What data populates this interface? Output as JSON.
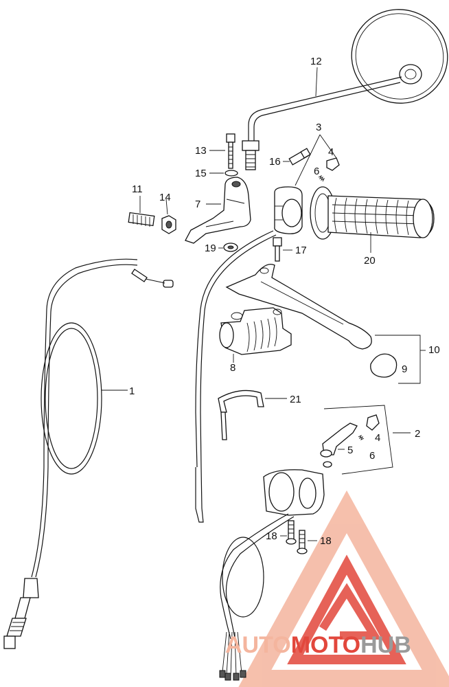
{
  "diagram": {
    "labels": {
      "l1": "1",
      "l2": "2",
      "l3": "3",
      "l4a": "4",
      "l4b": "4",
      "l5": "5",
      "l6a": "6",
      "l6b": "6",
      "l7": "7",
      "l8": "8",
      "l9": "9",
      "l10": "10",
      "l11": "11",
      "l12": "12",
      "l13": "13",
      "l14": "14",
      "l15": "15",
      "l16": "16",
      "l17": "17",
      "l18a": "18",
      "l18b": "18",
      "l19": "19",
      "l20": "20",
      "l21": "21"
    }
  },
  "watermark": {
    "part1": "AUTO",
    "part2": "MOTO",
    "part3": "HUB",
    "color_light": "#f4b59e",
    "color_red": "#e2473c",
    "color_gray": "#9a9a9a"
  }
}
